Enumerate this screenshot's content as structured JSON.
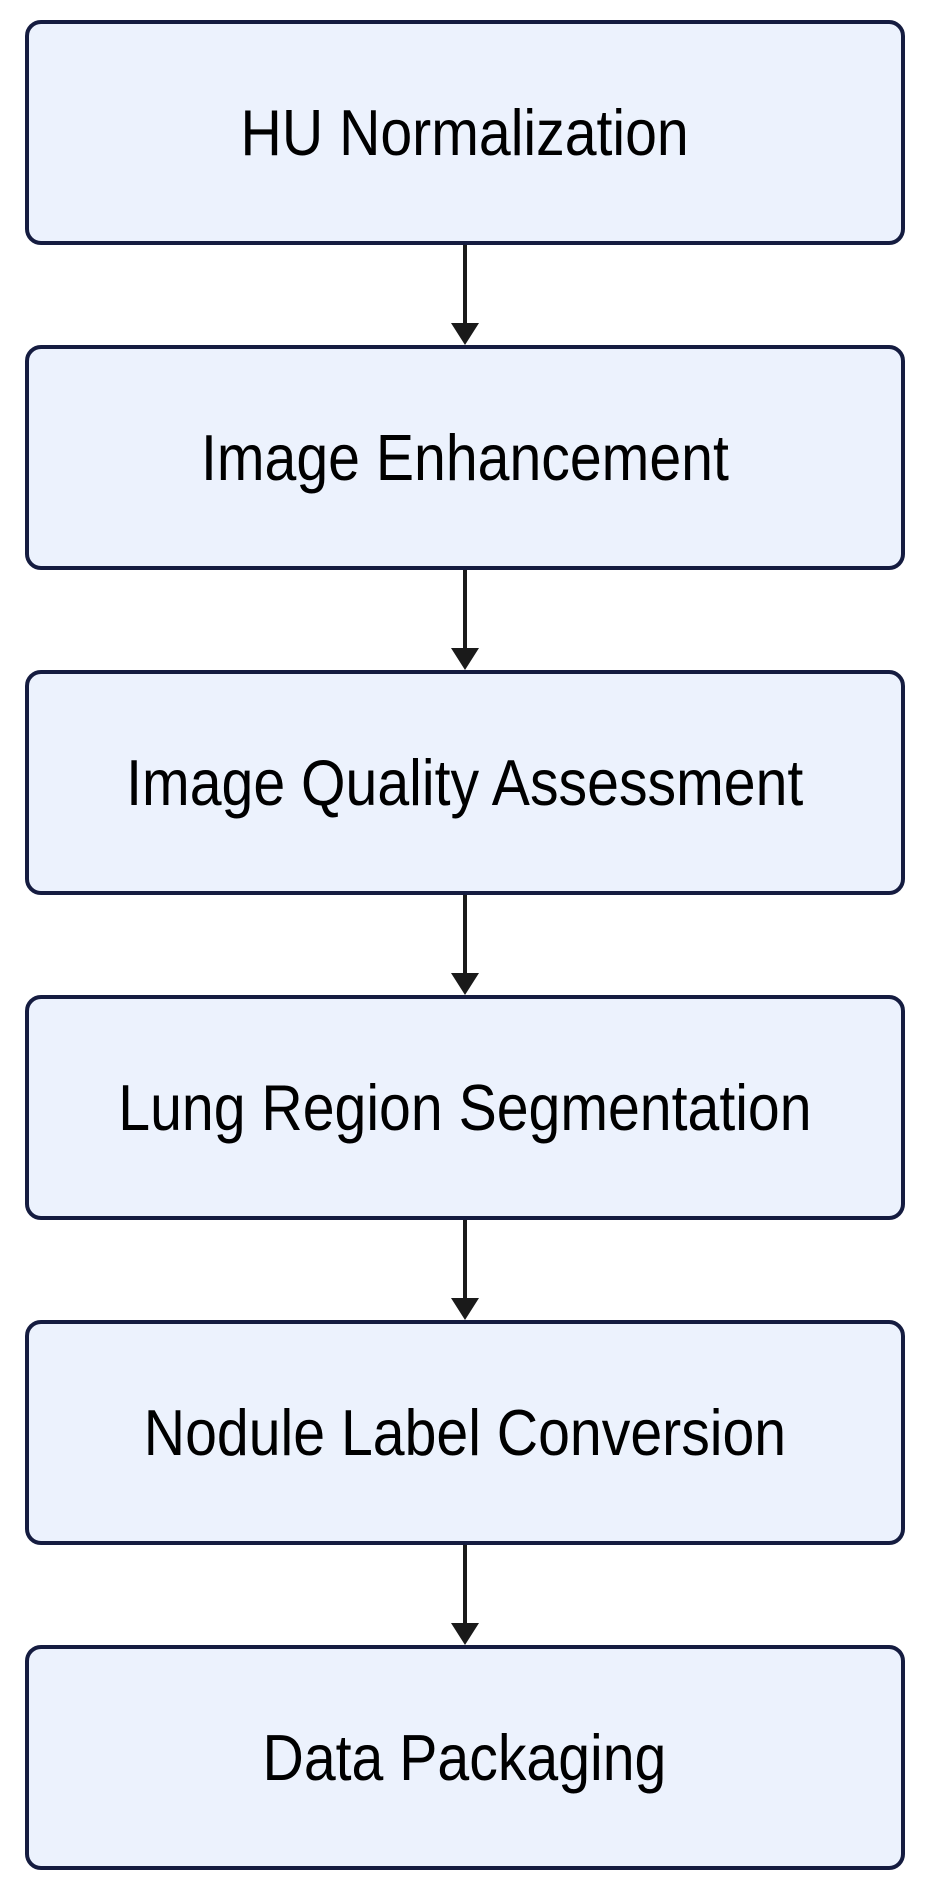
{
  "flowchart": {
    "type": "vertical-pipeline",
    "steps": [
      {
        "label": "HU Normalization"
      },
      {
        "label": "Image Enhancement"
      },
      {
        "label": "Image Quality Assessment"
      },
      {
        "label": "Lung Region Segmentation"
      },
      {
        "label": "Nodule Label Conversion"
      },
      {
        "label": "Data Packaging"
      }
    ],
    "connector_style": "solid-line-with-filled-down-arrowhead"
  },
  "colors": {
    "node_fill": "#ECF2FD",
    "node_border": "#151C40",
    "arrow": "#1A1A1A",
    "text": "#000000",
    "background": "#FFFFFF"
  }
}
